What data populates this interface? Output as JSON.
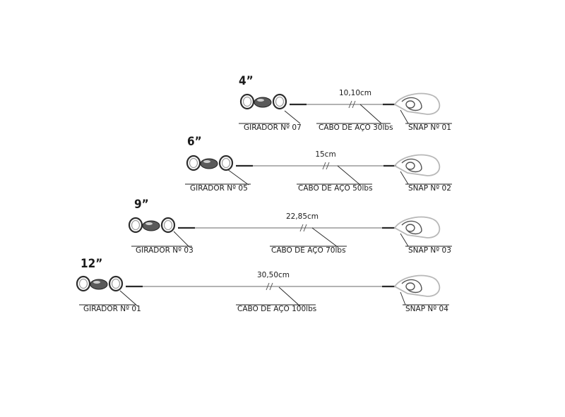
{
  "rigs": [
    {
      "size": "4”",
      "length": "10,10cm",
      "swivel": "GIRADOR Nº 07",
      "cable": "CABO DE AÇO 30lbs",
      "snap": "SNAP Nº 01"
    },
    {
      "size": "6”",
      "length": "15cm",
      "swivel": "GIRADOR Nº 05",
      "cable": "CABO DE AÇO 50lbs",
      "snap": "SNAP Nº 02"
    },
    {
      "size": "9”",
      "length": "22,85cm",
      "swivel": "GIRADOR Nº 03",
      "cable": "CABO DE AÇO 70lbs",
      "snap": "SNAP Nº 03"
    },
    {
      "size": "12”",
      "length": "30,50cm",
      "swivel": "GIRADOR Nº 01",
      "cable": "CABO DE AÇO 100lbs",
      "snap": "SNAP Nº 04"
    }
  ],
  "colors": {
    "wire": "#9a9a9a",
    "metal_dark": "#2d2d2d",
    "snap": "#b8b8b8",
    "text": "#1a1a1a"
  }
}
